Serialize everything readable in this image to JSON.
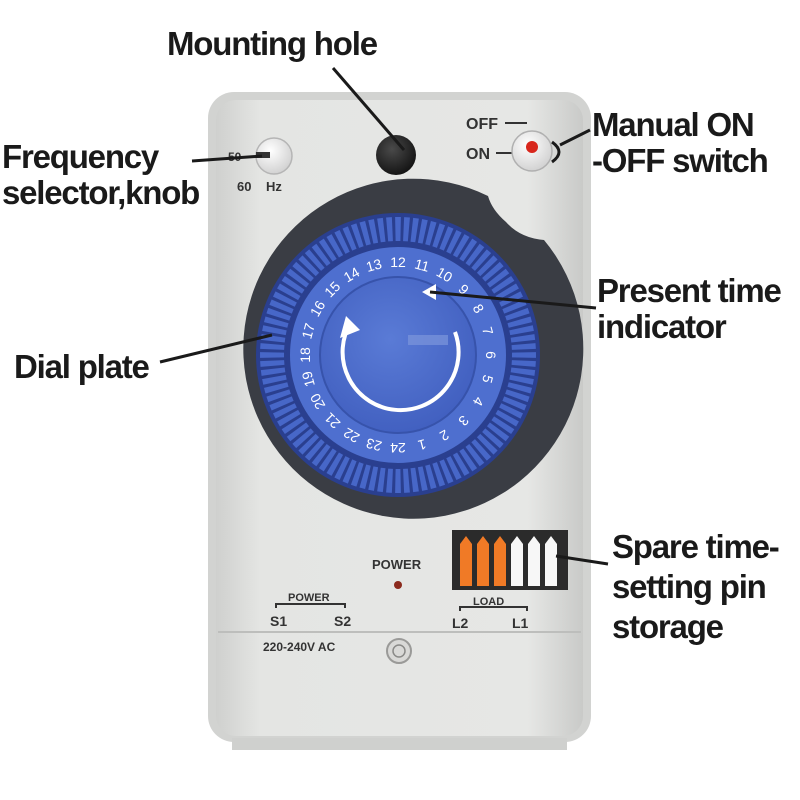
{
  "callouts": {
    "mounting_hole": "Mounting hole",
    "manual_switch": [
      "Manual ON",
      "-OFF switch"
    ],
    "frequency": [
      "Frequency",
      "selector,knob"
    ],
    "present_time": [
      "Present time",
      "indicator"
    ],
    "dial_plate": "Dial plate",
    "spare_pins": [
      "Spare time-",
      "setting pin",
      "storage"
    ]
  },
  "device": {
    "switch_off": "OFF",
    "switch_on": "ON",
    "freq_50": "50",
    "freq_60": "60",
    "freq_hz": "Hz",
    "power_led_label": "POWER",
    "terminal_power": "POWER",
    "terminal_s1": "S1",
    "terminal_s2": "S2",
    "terminal_load": "LOAD",
    "terminal_l2": "L2",
    "terminal_l1": "L1",
    "voltage": "220-240V AC"
  },
  "dial": {
    "hours": [
      "1",
      "2",
      "3",
      "4",
      "5",
      "6",
      "7",
      "8",
      "9",
      "10",
      "11",
      "12",
      "13",
      "14",
      "15",
      "16",
      "17",
      "18",
      "19",
      "20",
      "21",
      "22",
      "23",
      "24"
    ],
    "segments": 96
  },
  "pins": {
    "orange_count": 3,
    "white_count": 3
  },
  "colors": {
    "body": "#e2e3e1",
    "dial_blue": "#4767c8",
    "dial_dark": "#2a3f8f",
    "ring": "#3a3d44",
    "pin_orange": "#f07a26",
    "pin_white": "#f7f7f7",
    "led": "#8b2a1d",
    "switch_red": "#d8261c"
  }
}
